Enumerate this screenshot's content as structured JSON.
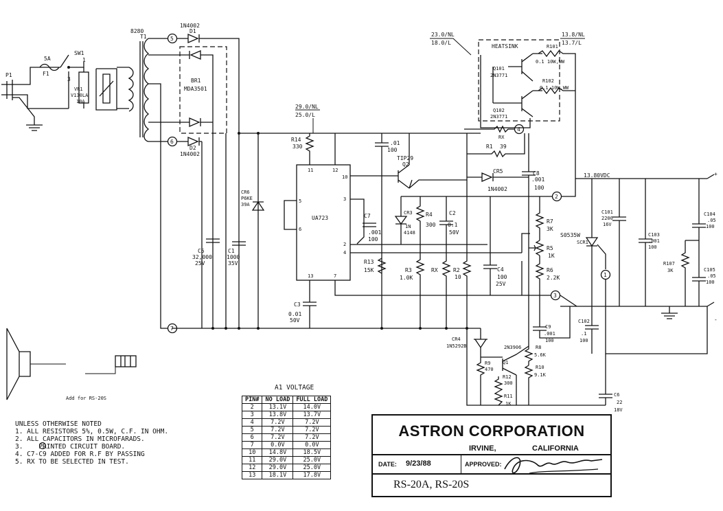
{
  "notes": {
    "header": "UNLESS OTHERWISE NOTED",
    "items": [
      "1. ALL RESISTORS 5%, 0.5W, C.F. IN OHM.",
      "2. ALL CAPACITORS IN MICROFARADS.",
      "3.    PRINTED CIRCUIT BOARD.",
      "4. C7-C9 ADDED FOR R.F BY PASSING",
      "5. RX TO BE SELECTED IN TEST."
    ]
  },
  "voltage_table": {
    "title": "A1 VOLTAGE",
    "headers": [
      "PIN#",
      "NO LOAD",
      "FULL LOAD"
    ],
    "rows": [
      [
        "2",
        "13.1V",
        "14.0V"
      ],
      [
        "3",
        "13.8V",
        "13.7V"
      ],
      [
        "4",
        "7.2V",
        "7.2V"
      ],
      [
        "5",
        "7.2V",
        "7.2V"
      ],
      [
        "6",
        "7.2V",
        "7.2V"
      ],
      [
        "7",
        "0.0V",
        "0.0V"
      ],
      [
        "10",
        "14.8V",
        "18.5V"
      ],
      [
        "11",
        "29.0V",
        "25.0V"
      ],
      [
        "12",
        "29.0V",
        "25.0V"
      ],
      [
        "13",
        "18.1V",
        "17.8V"
      ]
    ]
  },
  "title_block": {
    "company": "ASTRON CORPORATION",
    "city": "IRVINE,",
    "state": "CALIFORNIA",
    "date_label": "DATE:",
    "date": "9/23/88",
    "approved_label": "APPROVED:",
    "models": "RS-20A, RS-20S"
  },
  "labels": {
    "p1": "P1",
    "f1": "F1",
    "fuse": "5A",
    "sw1": "SW1",
    "sw_n1": "1",
    "sw_n3": "3",
    "vr1": "VR1",
    "vr1_p": "V130LA",
    "vr1_a": "10A",
    "t1": "T1",
    "t1_part": "8280",
    "d1": "D1",
    "d1_p": "1N4002",
    "d2": "D2",
    "d2_p": "1N4002",
    "br1": "BR1",
    "br1_p": "MDA3501",
    "n5": "5",
    "n6": "6",
    "n7": "7",
    "n2": "2",
    "n3": "3",
    "n1": "1",
    "n4": "4",
    "c5": "C5",
    "c5_v": "32,000",
    "c5_r": "25V",
    "c1": "C1",
    "c1_v": "1000",
    "c1_r": "35V",
    "cr6": "CR6",
    "cr6_p": "P6KE",
    "cr6_r": "39A",
    "v_in": "29.0/NL",
    "v_in2": "25.0/L",
    "r14": "R14",
    "r14_v": "330",
    "ua723": "UA723",
    "p11": "11",
    "p12": "12",
    "p10": "10",
    "p3": "3",
    "p5": "5",
    "p6": "6",
    "p2": "2",
    "p4": "4",
    "p13": "13",
    "p7": "7",
    "c3": "C3",
    "c3_v": "0.01",
    "c3_r": "50V",
    "c_01": ".01",
    "c_01v": "100",
    "q2": "Q2",
    "q2_p": "TIP29",
    "c7": "C7",
    "c7_v": ".001",
    "c7_r": "100",
    "cr3": "CR3",
    "cr3_p1": "1N",
    "cr3_p2": "4148",
    "r4": "R4",
    "r4_v": "300",
    "c2": "C2",
    "c2_v": "0.1",
    "c2_r": "50V",
    "r13": "R13",
    "r13_v": "15K",
    "r3": "R3",
    "r3_v": "1.0K",
    "rx": "RX",
    "r2": "R2",
    "r2_v": "10",
    "c4": "C4",
    "c4_v": "100",
    "c4_r": "25V",
    "v_hs": "23.0/NL",
    "v_hs2": "18.0/L",
    "heatsink": "HEATSINK",
    "q101": "Q101",
    "q101_p": "2N3771",
    "q102": "Q102",
    "q102_p": "2N3771",
    "r101": "R101",
    "r101_v": "0.1 10W,WW",
    "r102": "R102",
    "r102_v": "0.1 10W,WW",
    "v_out": "13.8/NL",
    "v_out2": "13.7/L",
    "rx2": "RX",
    "r1": "R1",
    "r1_v": "39",
    "cr5": "CR5",
    "cr5_p": "1N4002",
    "c8": "C8",
    "c8_v": ".001",
    "c8_r": "100",
    "r7": "R7",
    "r7_v": "3K",
    "r5": "R5",
    "r5_v": "1K",
    "r6": "R6",
    "r6_v": "2.2K",
    "scr1_p": "S0535W",
    "scr1": "SCR1",
    "vdc": "13.80VDC",
    "c101": "C101",
    "c101_v": "2200",
    "c101_r": "16V",
    "c103": "C103",
    "c103_v": ".001",
    "c103_r": "100",
    "c104": "C104",
    "c104_v": ".05",
    "c104_r": "100",
    "r107": "R107",
    "r107_v": "3K",
    "c105": "C105",
    "c105_v": ".05",
    "c105_r": "100",
    "c9": "C9",
    "c9_v": ".001",
    "c9_r": "100",
    "c102": "C102",
    "c102_v": ".1",
    "c102_r": "100",
    "cr4": "CR4",
    "cr4_p": "1N5292B",
    "q1_p": "2N3906",
    "q1": "Q1",
    "r8": "R8",
    "r8_v": "5.6K",
    "r9": "R9",
    "r9_v": "470",
    "r10": "R10",
    "r10_v": "9.1K",
    "r12": "R12",
    "r12_v": "300",
    "r11": "R11",
    "r11_v": "1K",
    "c6": "C6",
    "c6_v": "22",
    "c6_r": "18V",
    "add_for": "Add for RS-20S",
    "plus": "+",
    "minus": "-"
  }
}
